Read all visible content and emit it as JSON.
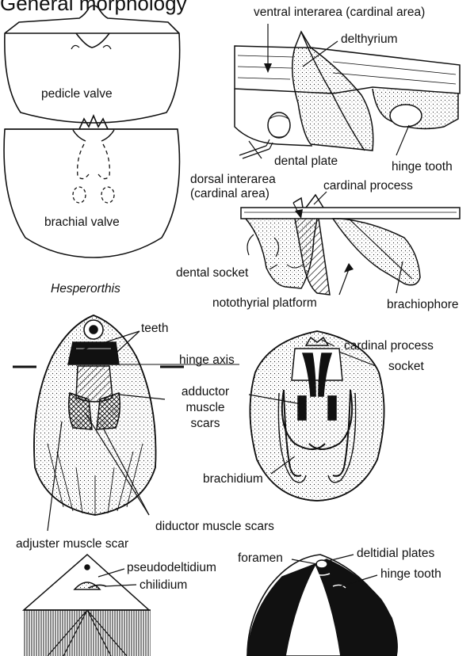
{
  "title": "General morphology",
  "panels": {
    "valves": {
      "pedicle_valve": "pedicle valve",
      "brachial_valve": "brachial valve",
      "genus": "Hesperorthis"
    },
    "ventral_detail": {
      "ventral_interarea": "ventral interarea (cardinal area)",
      "delthyrium": "delthyrium",
      "dental_plate": "dental plate",
      "hinge_tooth": "hinge tooth"
    },
    "dorsal_detail": {
      "dorsal_interarea_line1": "dorsal interarea",
      "dorsal_interarea_line2": "(cardinal area)",
      "cardinal_process": "cardinal process",
      "dental_socket": "dental socket",
      "notothyrial_platform": "notothyrial platform",
      "brachiophore": "brachiophore"
    },
    "pedicle_interior": {
      "teeth": "teeth",
      "hinge_axis": "hinge axis",
      "adductor_line1": "adductor",
      "adductor_line2": "muscle",
      "adductor_line3": "scars",
      "diductor": "diductor muscle scars",
      "adjuster": "adjuster muscle scar"
    },
    "brachial_interior": {
      "cardinal_process": "cardinal process",
      "socket": "socket",
      "brachidium": "brachidium"
    },
    "beak_left": {
      "pseudodeltidium": "pseudodeltidium",
      "chilidium": "chilidium"
    },
    "beak_right": {
      "foramen": "foramen",
      "deltidial_plates": "deltidial plates",
      "hinge_tooth": "hinge tooth"
    }
  }
}
